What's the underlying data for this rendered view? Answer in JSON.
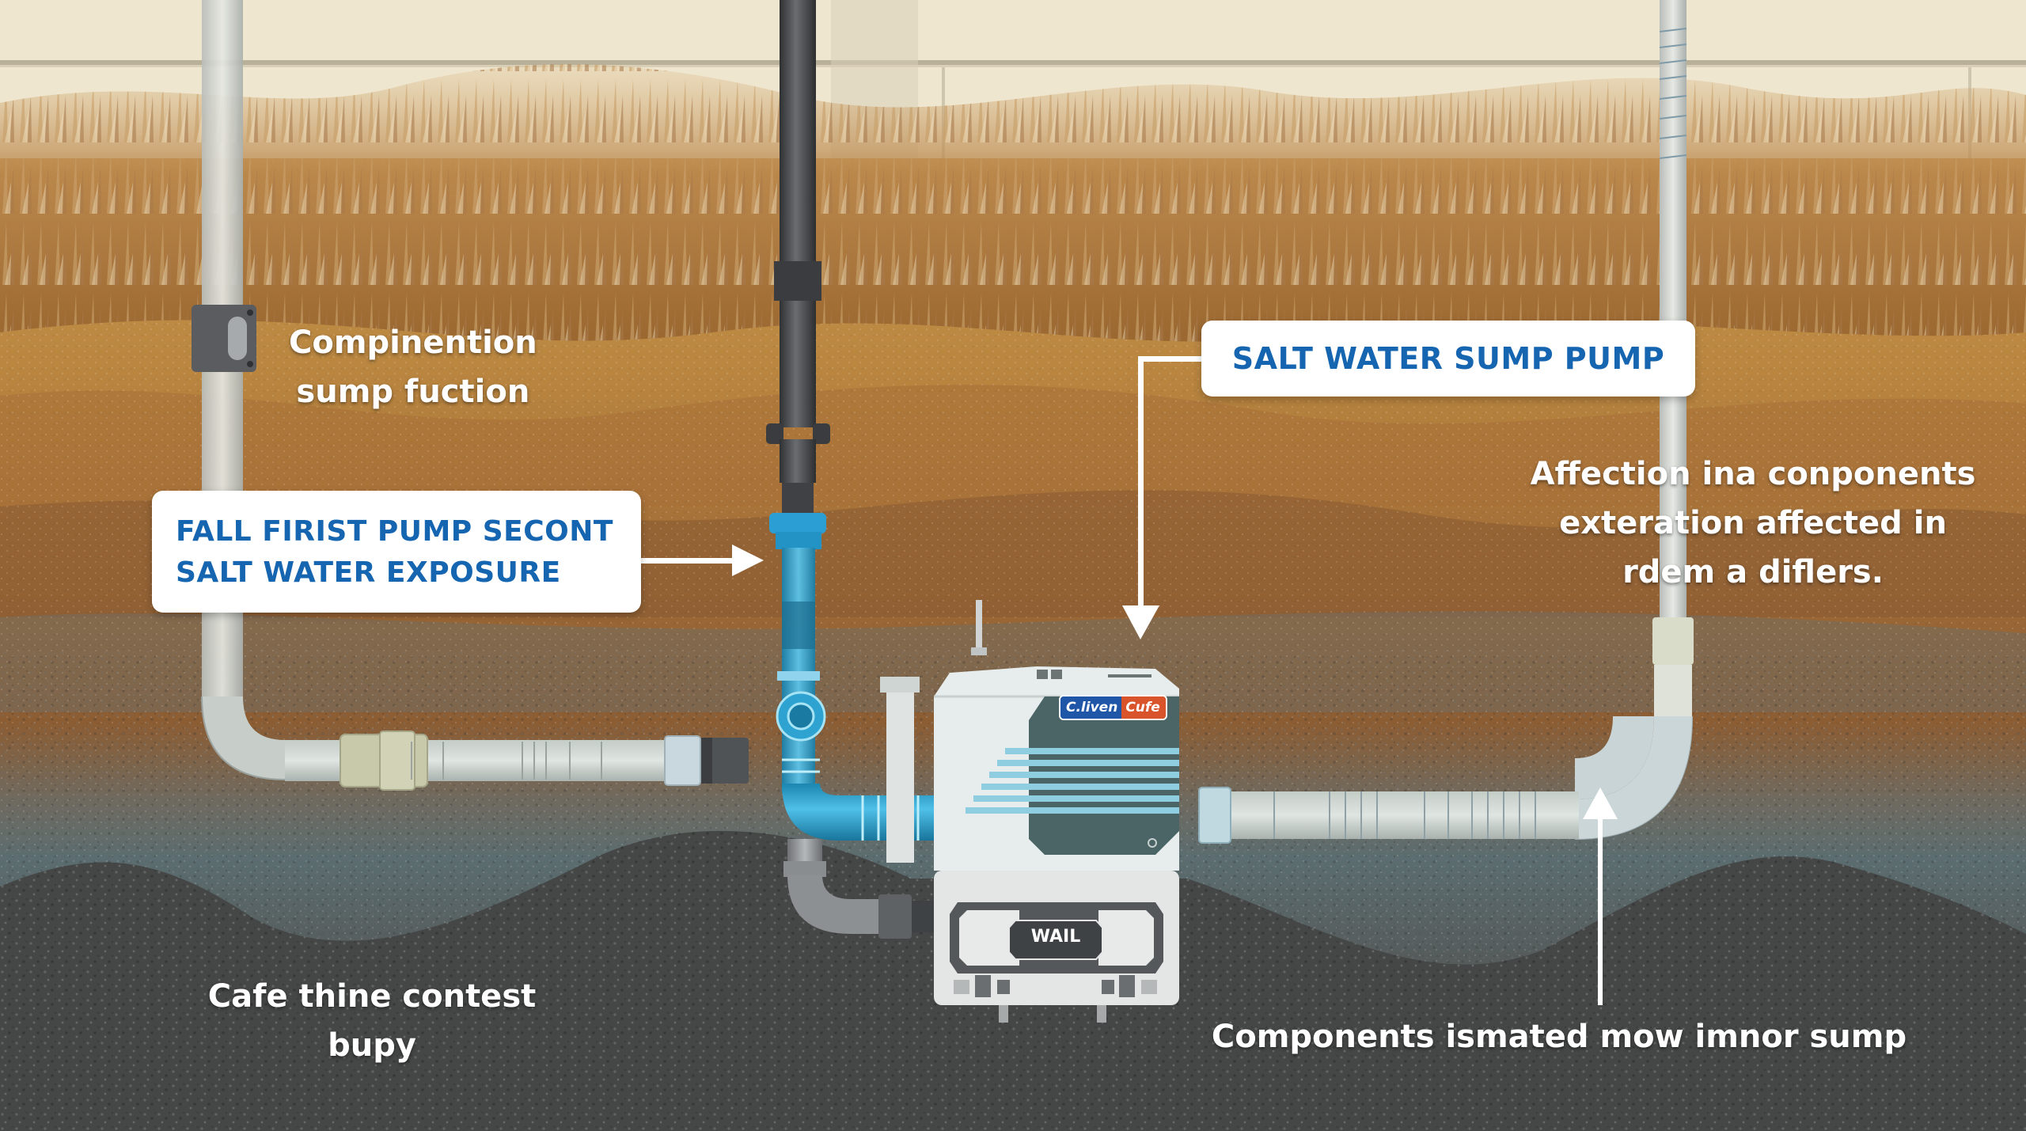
{
  "diagram": {
    "title": "Salt water sump pump cross-section",
    "layers": [
      {
        "name": "siding-wall",
        "color": "#efe6cf"
      },
      {
        "name": "dry-grass",
        "color": "#b8873e"
      },
      {
        "name": "tan-soil",
        "color": "#b98443"
      },
      {
        "name": "brown-soil",
        "color": "#8e5f34"
      },
      {
        "name": "wet-soil",
        "color": "#5f6f70"
      },
      {
        "name": "gravel",
        "color": "#4a4b4b"
      }
    ],
    "colors": {
      "callout_text": "#1565b0",
      "callout_bg": "#ffffff",
      "label_text": "#ffffff",
      "water_pipe": "#2aa3d6",
      "dark_pipe": "#4a4c4f",
      "pvc_pipe": "#cfd6d3",
      "pump_body": "#e6ecec",
      "pump_panel": "#4b6466"
    }
  },
  "callouts": {
    "exposure": {
      "line1": "FALL FIRIST PUMP SECONT",
      "line2": "SALT WATER EXPOSURE"
    },
    "pump": {
      "text": "SALT WATER SUMP PUMP"
    }
  },
  "labels": {
    "compinention": {
      "line1": "Compinention",
      "line2": "sump fuction"
    },
    "affection": {
      "line1": "Affection ina conponents",
      "line2": "exteration affected in",
      "line3": "rdem a diflers."
    },
    "cafe": {
      "line1": "Cafe thine contest",
      "line2": "bupy"
    },
    "components": {
      "text": "Components ismated mow imnor sump"
    }
  },
  "pump": {
    "brand_part1": "C.liven",
    "brand_part2": "Cufe",
    "plate_text": "WAIL"
  },
  "icons": [
    "arrow-right-icon",
    "arrow-down-icon",
    "arrow-up-icon"
  ]
}
